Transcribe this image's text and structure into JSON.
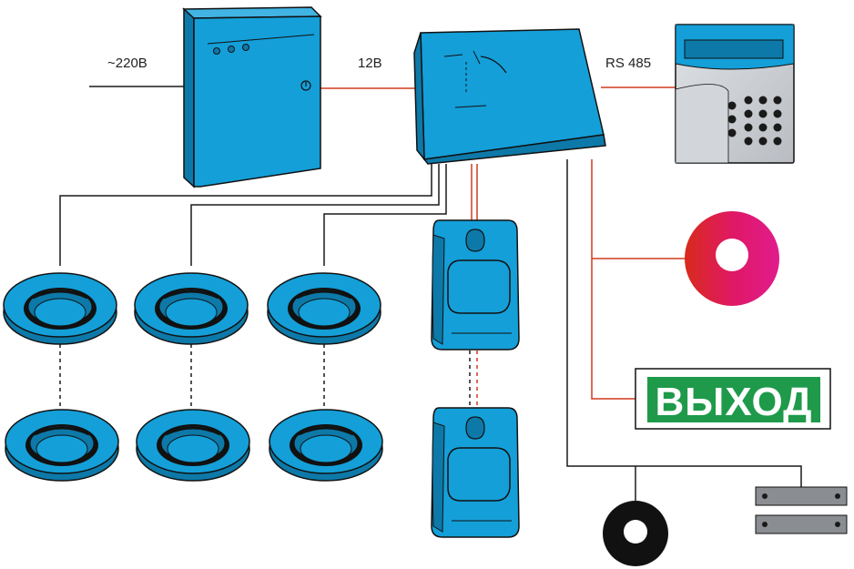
{
  "labels": {
    "mains_voltage": "~220В",
    "dc_voltage": "12В",
    "interface": "RS 485",
    "exit_sign": "ВЫХОД"
  },
  "colors": {
    "device_blue": "#149fd8",
    "device_blue_dark": "#0d79a8",
    "wire_black": "#1a1a1a",
    "wire_red": "#d23a1e",
    "sign_green": "#1e9a4a",
    "keypad_gray": "#c9ccd0"
  },
  "devices": {
    "power_supply": {
      "icon": "power-supply-box"
    },
    "control_panel": {
      "icon": "control-panel-box"
    },
    "keypad": {
      "icon": "keypad-terminal",
      "keys": 15
    },
    "sounder": {
      "icon": "siren-disc"
    },
    "exit_sign": {
      "icon": "exit-light-sign"
    },
    "smoke_detectors": {
      "icon": "smoke-detector",
      "count": 6
    },
    "motion_detectors": {
      "icon": "pir-motion-detector",
      "count": 2
    },
    "glass_break_detector": {
      "icon": "acoustic-detector-disc"
    },
    "door_contact": {
      "icon": "magnetic-door-contact"
    }
  }
}
